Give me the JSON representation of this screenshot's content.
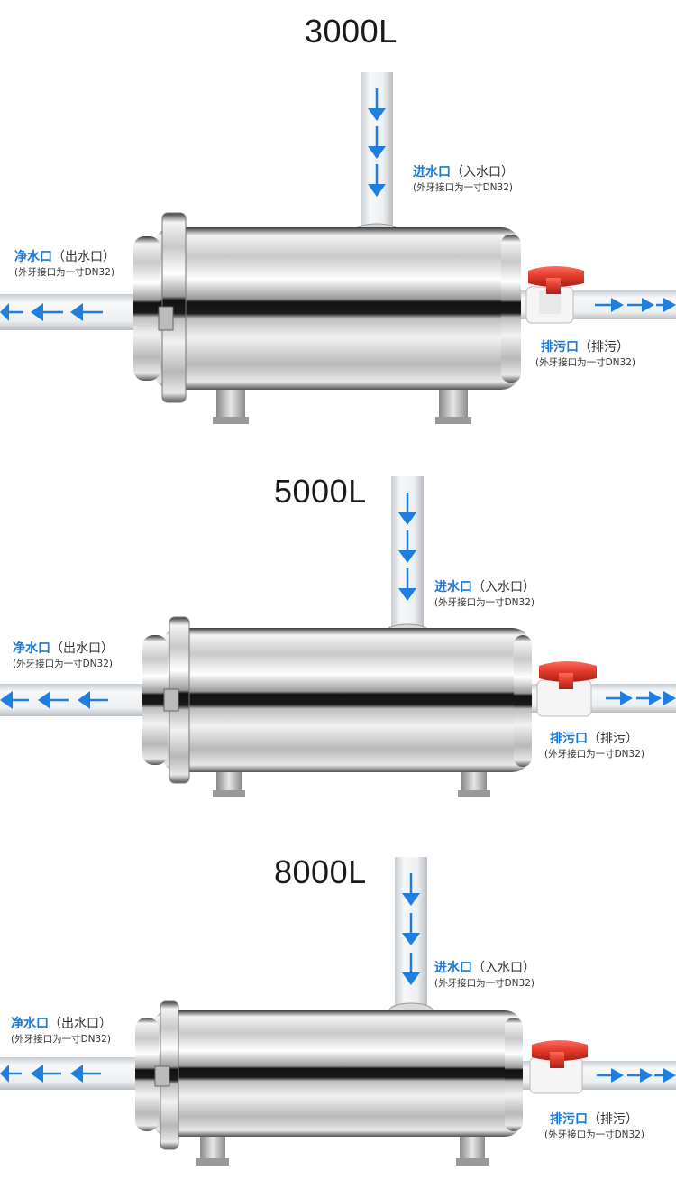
{
  "sections": [
    {
      "model": "3000L",
      "inlet": {
        "highlight": "进水口",
        "note": "（入水口）",
        "spec": "(外牙接口为一寸DN32)"
      },
      "outlet": {
        "highlight": "净水口",
        "note": "（出水口）",
        "spec": "(外牙接口为一寸DN32)"
      },
      "drain": {
        "highlight": "排污口",
        "note": "（排污）",
        "spec": "(外牙接口为一寸DN32)"
      }
    },
    {
      "model": "5000L",
      "inlet": {
        "highlight": "进水口",
        "note": "（入水口）",
        "spec": "(外牙接口为一寸DN32)"
      },
      "outlet": {
        "highlight": "净水口",
        "note": "（出水口）",
        "spec": "(外牙接口为一寸DN32)"
      },
      "drain": {
        "highlight": "排污口",
        "note": "（排污）",
        "spec": "(外牙接口为一寸DN32)"
      }
    },
    {
      "model": "8000L",
      "inlet": {
        "highlight": "进水口",
        "note": "（入水口）",
        "spec": "(外牙接口为一寸DN32)"
      },
      "outlet": {
        "highlight": "净水口",
        "note": "（出水口）",
        "spec": "(外牙接口为一寸DN32)"
      },
      "drain": {
        "highlight": "排污口",
        "note": "（排污）",
        "spec": "(外牙接口为一寸DN32)"
      }
    }
  ],
  "colors": {
    "highlight": "#1a78d6",
    "arrow": "#1e7fe0",
    "valve": "#e03a2a",
    "pipe": "#eef0f2"
  }
}
